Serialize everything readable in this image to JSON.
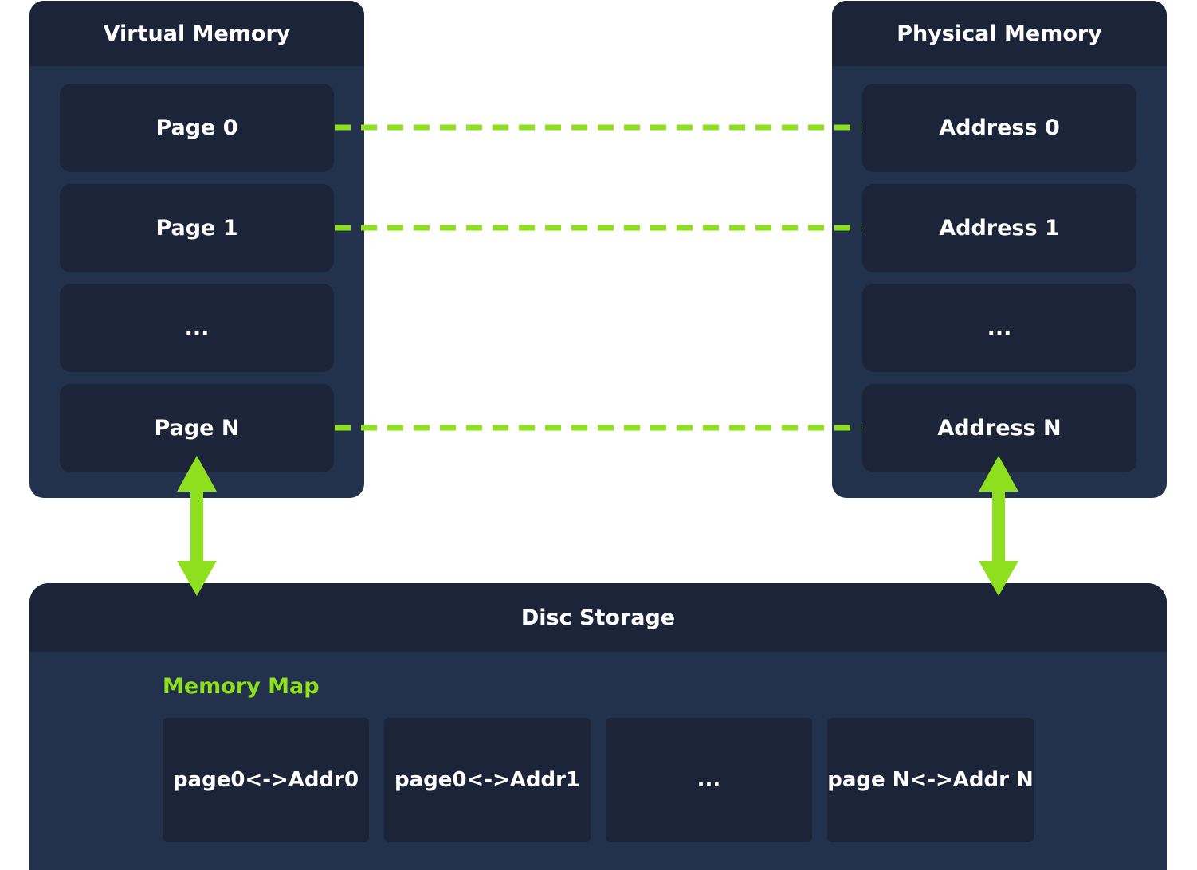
{
  "virtual_memory": {
    "title": "Virtual Memory",
    "pages": [
      "Page 0",
      "Page 1",
      "...",
      "Page N"
    ]
  },
  "physical_memory": {
    "title": "Physical Memory",
    "addresses": [
      "Address 0",
      "Address 1",
      "...",
      "Address N"
    ]
  },
  "disc_storage": {
    "title": "Disc Storage",
    "memory_map": {
      "label": "Memory Map",
      "entries": [
        "page0<->Addr0",
        "page0<->Addr1",
        "...",
        "page N<->Addr N"
      ]
    }
  },
  "colors": {
    "accent": "#8ee01f",
    "panel": "#22324d",
    "cell": "#1b2438"
  }
}
